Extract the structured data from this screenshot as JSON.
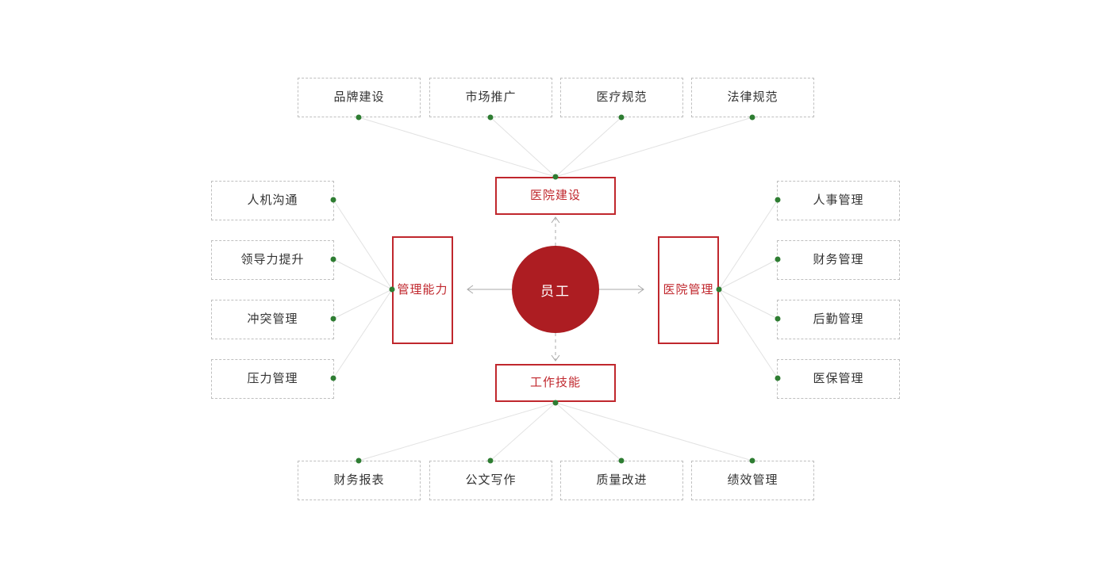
{
  "diagram": {
    "type": "radial-mindmap",
    "center": {
      "label": "员工",
      "color": "#ad1d22",
      "text_color": "#ffffff"
    },
    "branch_color": "#c0272d",
    "leaf_border_color": "#bfbfbf",
    "connector_dot_color": "#2e7d32",
    "connector_line_color": "#e2e2e2",
    "arrow_color": "#9e9e9e",
    "branches": [
      {
        "id": "hospital-construction",
        "label": "医院建设",
        "position": "top",
        "arrow": "up",
        "leaves": [
          {
            "label": "品牌建设"
          },
          {
            "label": "市场推广"
          },
          {
            "label": "医疗规范"
          },
          {
            "label": "法律规范"
          }
        ]
      },
      {
        "id": "management-ability",
        "label": "管理能力",
        "position": "left",
        "arrow": "left",
        "leaves": [
          {
            "label": "人机沟通"
          },
          {
            "label": "领导力提升"
          },
          {
            "label": "冲突管理"
          },
          {
            "label": "压力管理"
          }
        ]
      },
      {
        "id": "hospital-management",
        "label": "医院管理",
        "position": "right",
        "arrow": "right",
        "leaves": [
          {
            "label": "人事管理"
          },
          {
            "label": "财务管理"
          },
          {
            "label": "后勤管理"
          },
          {
            "label": "医保管理"
          }
        ]
      },
      {
        "id": "work-skills",
        "label": "工作技能",
        "position": "bottom",
        "arrow": "down",
        "leaves": [
          {
            "label": "财务报表"
          },
          {
            "label": "公文写作"
          },
          {
            "label": "质量改进"
          },
          {
            "label": "绩效管理"
          }
        ]
      }
    ]
  }
}
